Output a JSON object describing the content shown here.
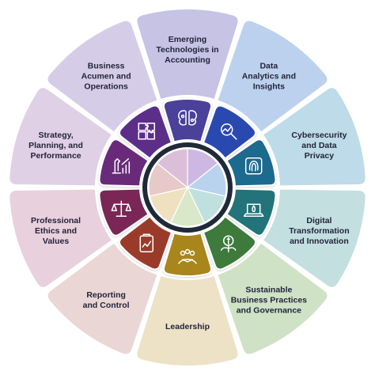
{
  "segments": [
    {
      "label_lines": [
        "Emerging",
        "Technologies in",
        "Accounting"
      ],
      "outer_color": "#c6c3e5",
      "tooth_color": "#4b3f9a",
      "icon": "brain-circuit-icon"
    },
    {
      "label_lines": [
        "Data",
        "Analytics and",
        "Insights"
      ],
      "outer_color": "#bcd1ee",
      "tooth_color": "#2a49b0",
      "icon": "analytics-magnifier-icon"
    },
    {
      "label_lines": [
        "Cybersecurity",
        "and Data",
        "Privacy"
      ],
      "outer_color": "#bddbe8",
      "tooth_color": "#1e6b8e",
      "icon": "fingerprint-icon"
    },
    {
      "label_lines": [
        "Digital",
        "Transformation",
        "and Innovation"
      ],
      "outer_color": "#c3dfe0",
      "tooth_color": "#22737a",
      "icon": "rocket-laptop-icon"
    },
    {
      "label_lines": [
        "Sustainable",
        "Business Practices",
        "and Governance"
      ],
      "outer_color": "#cfe2c6",
      "tooth_color": "#3c7a3a",
      "icon": "money-plant-icon"
    },
    {
      "label_lines": [
        "Leadership"
      ],
      "outer_color": "#ede2c6",
      "tooth_color": "#a8861b",
      "icon": "team-hands-icon"
    },
    {
      "label_lines": [
        "Reporting",
        "and Control"
      ],
      "outer_color": "#ead7d5",
      "tooth_color": "#9a3a2c",
      "icon": "report-clipboard-icon"
    },
    {
      "label_lines": [
        "Professional",
        "Ethics and",
        "Values"
      ],
      "outer_color": "#e8d0dd",
      "tooth_color": "#7a2557",
      "icon": "scales-icon"
    },
    {
      "label_lines": [
        "Strategy,",
        "Planning, and",
        "Performance"
      ],
      "outer_color": "#e0d0e6",
      "tooth_color": "#6a2a7a",
      "icon": "chess-chart-icon"
    },
    {
      "label_lines": [
        "Business",
        "Acumen and",
        "Operations"
      ],
      "outer_color": "#d5cde8",
      "tooth_color": "#5b2e8a",
      "icon": "puzzle-icon"
    }
  ],
  "hub": {
    "ring_color": "#1f2937",
    "center_colors": [
      "#cdb7e3",
      "#b9d2ee",
      "#bfe0de",
      "#d8e8c8",
      "#efe0c0",
      "#e7c9c9",
      "#dbbfd8"
    ]
  }
}
